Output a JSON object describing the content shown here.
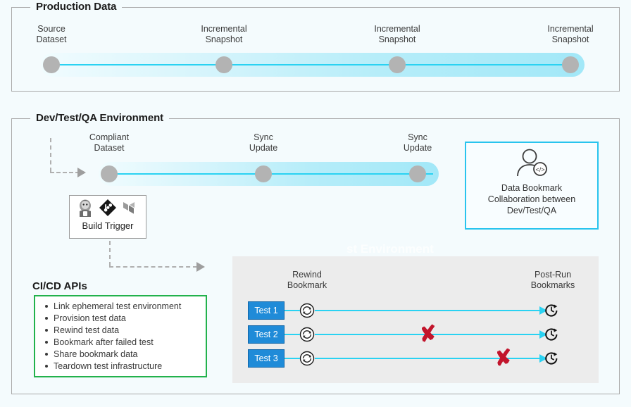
{
  "production": {
    "title": "Production Data",
    "nodes": [
      {
        "label": "Source\nDataset"
      },
      {
        "label": "Incremental\nSnapshot"
      },
      {
        "label": "Incremental\nSnapshot"
      },
      {
        "label": "Incremental\nSnapshot"
      }
    ]
  },
  "dev": {
    "title": "Dev/Test/QA Environment",
    "nodes": [
      {
        "label": "Compliant\nDataset"
      },
      {
        "label": "Sync\nUpdate"
      },
      {
        "label": "Sync\nUpdate"
      }
    ],
    "watermark": "st Environment"
  },
  "build_trigger": {
    "label": "Build Trigger",
    "icons": [
      "jenkins-icon",
      "git-icon",
      "terraform-icon"
    ]
  },
  "bookmark_callout": {
    "icon": "developer-icon",
    "text": "Data Bookmark\nCollaboration between\nDev/Test/QA"
  },
  "cicd": {
    "title": "CI/CD APIs",
    "items": [
      "Link ephemeral test environment",
      "Provision test data",
      "Rewind test data",
      "Bookmark after failed test",
      "Share bookmark data",
      "Teardown test infrastructure"
    ]
  },
  "test_panel": {
    "left_header": "Rewind\nBookmark",
    "right_header": "Post-Run\nBookmarks",
    "rows": [
      {
        "label": "Test 1",
        "rewind_icon": "rewind-circle-icon",
        "result_icon": "clock-history-icon",
        "failure_mark": null
      },
      {
        "label": "Test 2",
        "rewind_icon": "rewind-circle-icon",
        "result_icon": "clock-history-icon",
        "failure_mark": "✘"
      },
      {
        "label": "Test 3",
        "rewind_icon": "rewind-circle-icon",
        "result_icon": "clock-history-icon",
        "failure_mark": "✘"
      }
    ]
  },
  "colors": {
    "timeline_accent": "#2ad2f2",
    "node_gray": "#b3b3b3",
    "test_chip_blue": "#1f8bd8",
    "cicd_green": "#22b24c",
    "callout_cyan": "#29c4ee",
    "failure_red": "#c2152c",
    "panel_gray": "#ececec"
  }
}
